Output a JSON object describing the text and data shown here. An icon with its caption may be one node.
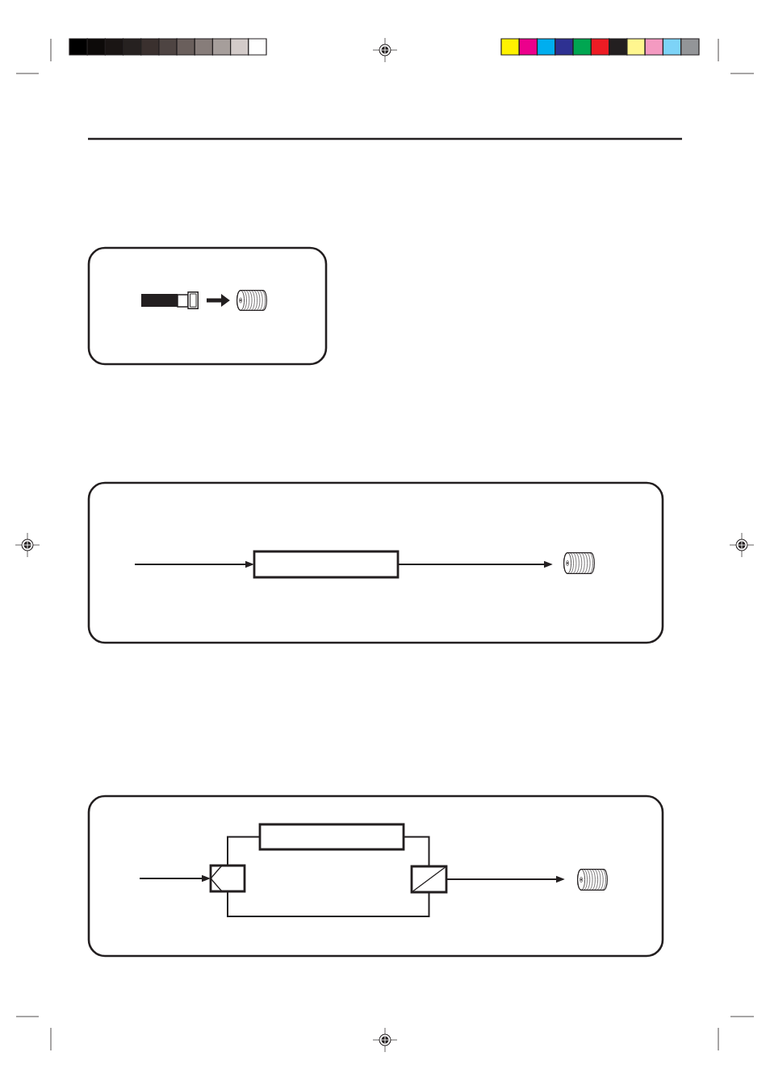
{
  "diagram": {
    "nodes": [
      {
        "text": [],
        "shape": "box"
      },
      {
        "text": [],
        "shape": "picture",
        "in": 0
      },
      {
        "text": [],
        "shape": "picture",
        "in": 0
      },
      {
        "text": [],
        "shape": "box"
      },
      {
        "text": [],
        "shape": "box",
        "in": 3
      },
      {
        "text": [],
        "shape": "picture",
        "in": 3
      },
      {
        "text": [],
        "shape": "box"
      },
      {
        "text": [],
        "shape": "box",
        "in": 6
      },
      {
        "text": [],
        "shape": "box",
        "in": 6
      },
      {
        "text": [],
        "shape": "box",
        "in": 6
      },
      {
        "text": [],
        "shape": "picture",
        "in": 6
      }
    ],
    "edges": [
      {
        "from": 1,
        "to": 2,
        "arrow": "to",
        "style": "thick"
      },
      {
        "from": null,
        "to": 4,
        "arrow": "to"
      },
      {
        "from": 4,
        "to": 5,
        "arrow": "to"
      },
      {
        "from": null,
        "to": 7,
        "arrow": "to"
      },
      {
        "from": 7,
        "to": 8,
        "arrow": "none"
      },
      {
        "from": 7,
        "to": 9,
        "arrow": "none"
      },
      {
        "from": 8,
        "to": 9,
        "arrow": "none"
      },
      {
        "from": 9,
        "to": 10,
        "arrow": "to"
      }
    ]
  }
}
